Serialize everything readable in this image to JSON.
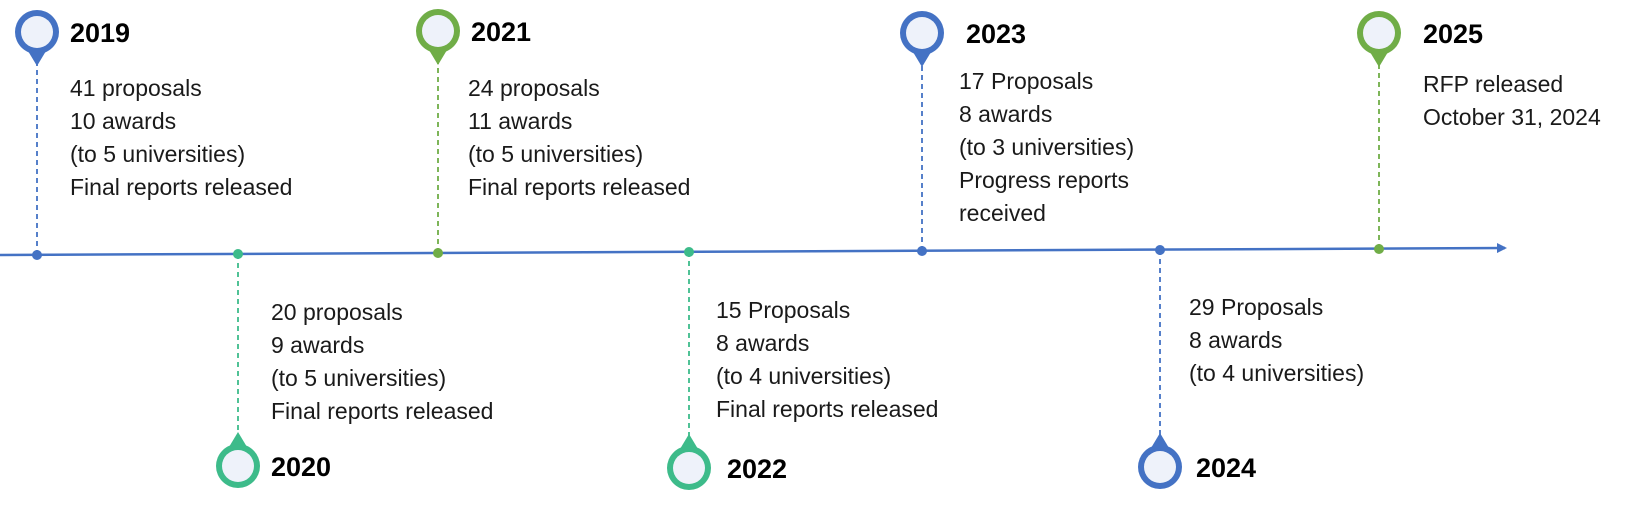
{
  "milestones": [
    {
      "year": "2019",
      "lines": [
        "41 proposals",
        "10 awards",
        "(to 5 universities)",
        "Final reports released"
      ],
      "color": "#4472c4",
      "position": "above"
    },
    {
      "year": "2020",
      "lines": [
        "20 proposals",
        "9 awards",
        "(to 5 universities)",
        "Final reports released"
      ],
      "color": "#3dbb8a",
      "position": "below"
    },
    {
      "year": "2021",
      "lines": [
        "24 proposals",
        "11 awards",
        "(to 5 universities)",
        "Final reports released"
      ],
      "color": "#70ad47",
      "position": "above"
    },
    {
      "year": "2022",
      "lines": [
        "15 Proposals",
        "8 awards",
        "(to 4 universities)",
        "Final reports released"
      ],
      "color": "#3dbb8a",
      "position": "below"
    },
    {
      "year": "2023",
      "lines": [
        "17 Proposals",
        "8 awards",
        "(to 3 universities)",
        "Progress reports",
        "received"
      ],
      "color": "#4472c4",
      "position": "above"
    },
    {
      "year": "2024",
      "lines": [
        "29 Proposals",
        "8 awards",
        "(to 4 universities)"
      ],
      "color": "#4472c4",
      "position": "below"
    },
    {
      "year": "2025",
      "lines": [
        "RFP released",
        "October 31, 2024"
      ],
      "color": "#70ad47",
      "position": "above"
    }
  ],
  "axis_color": "#4472c4",
  "pin_fill": "#eef2fa"
}
